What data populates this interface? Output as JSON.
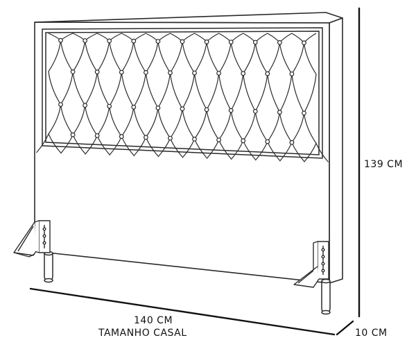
{
  "dimensions": {
    "height": "139 CM",
    "width": "140 CM",
    "depth": "10 CM",
    "size_name": "TAMANHO CASAL"
  }
}
